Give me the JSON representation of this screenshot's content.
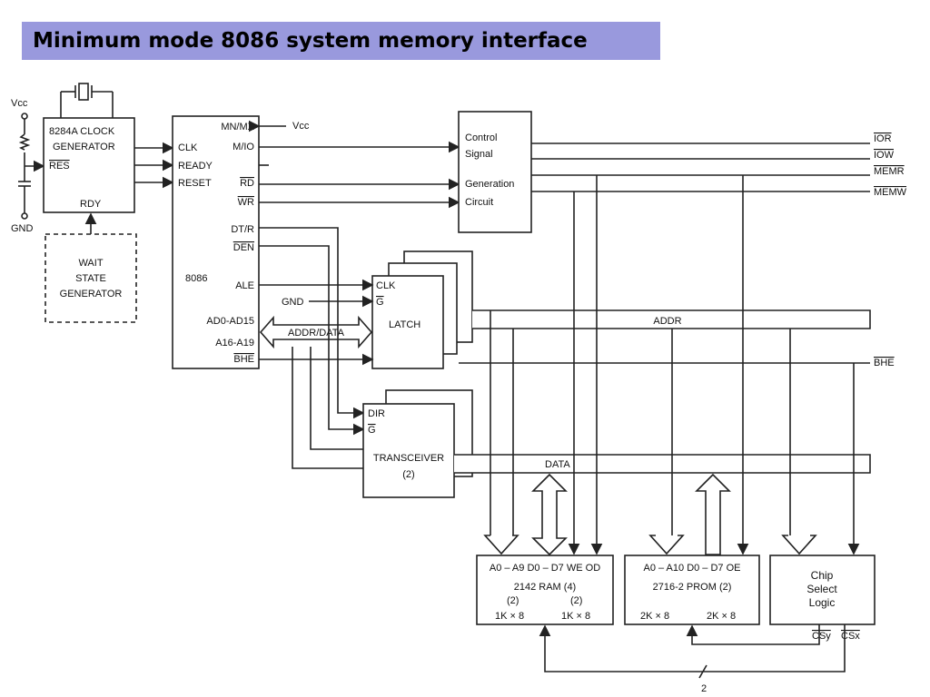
{
  "slide": {
    "title": "Minimum mode 8086 system memory interface"
  },
  "labels": {
    "vcc_left": "Vcc",
    "gnd": "GND",
    "clock_gen": [
      "8284A CLOCK",
      "GENERATOR"
    ],
    "res": "RES",
    "rdy": "RDY",
    "wait_state": [
      "WAIT",
      "STATE",
      "GENERATOR"
    ],
    "clk": "CLK",
    "ready": "READY",
    "reset": "RESET",
    "mn_mx": "MN/MX",
    "vcc_right": "Vcc",
    "m_io": "M/IO",
    "rd": "RD",
    "wr": "WR",
    "dt_r": "DT/R",
    "den": "DEN",
    "cpu": "8086",
    "ale": "ALE",
    "ad": "AD0-AD15",
    "a16": "A16-A19",
    "bhe": "BHE",
    "control": [
      "Control",
      "Signal",
      "Generation",
      "Circuit"
    ],
    "ior": "IOR",
    "iow": "IOW",
    "memr": "MEMR",
    "memw": "MEMW",
    "latch_clk": "CLK",
    "latch_g": "G",
    "gnd_latch": "GND",
    "latch": "LATCH",
    "addr_data": "ADDR/DATA",
    "addr": "ADDR",
    "bhe_bus": "BHE",
    "dir": "DIR",
    "trans_g": "G",
    "transceiver": [
      "TRANSCEIVER",
      "(2)"
    ],
    "data": "DATA",
    "ram_pins": "A0 – A9 D0 – D7 WE OD",
    "ram_name": "2142 RAM (4)",
    "ram_sub": [
      "(2)",
      "(2)"
    ],
    "ram_size": [
      "1K × 8",
      "1K × 8"
    ],
    "prom_pins": "A0 – A10 D0 – D7 OE",
    "prom_name": "2716-2 PROM (2)",
    "prom_size": [
      "2K × 8",
      "2K × 8"
    ],
    "chip_select": [
      "Chip",
      "Select",
      "Logic"
    ],
    "cs_y": "CSy",
    "cs_x": "CSx",
    "bus_count": "2"
  }
}
